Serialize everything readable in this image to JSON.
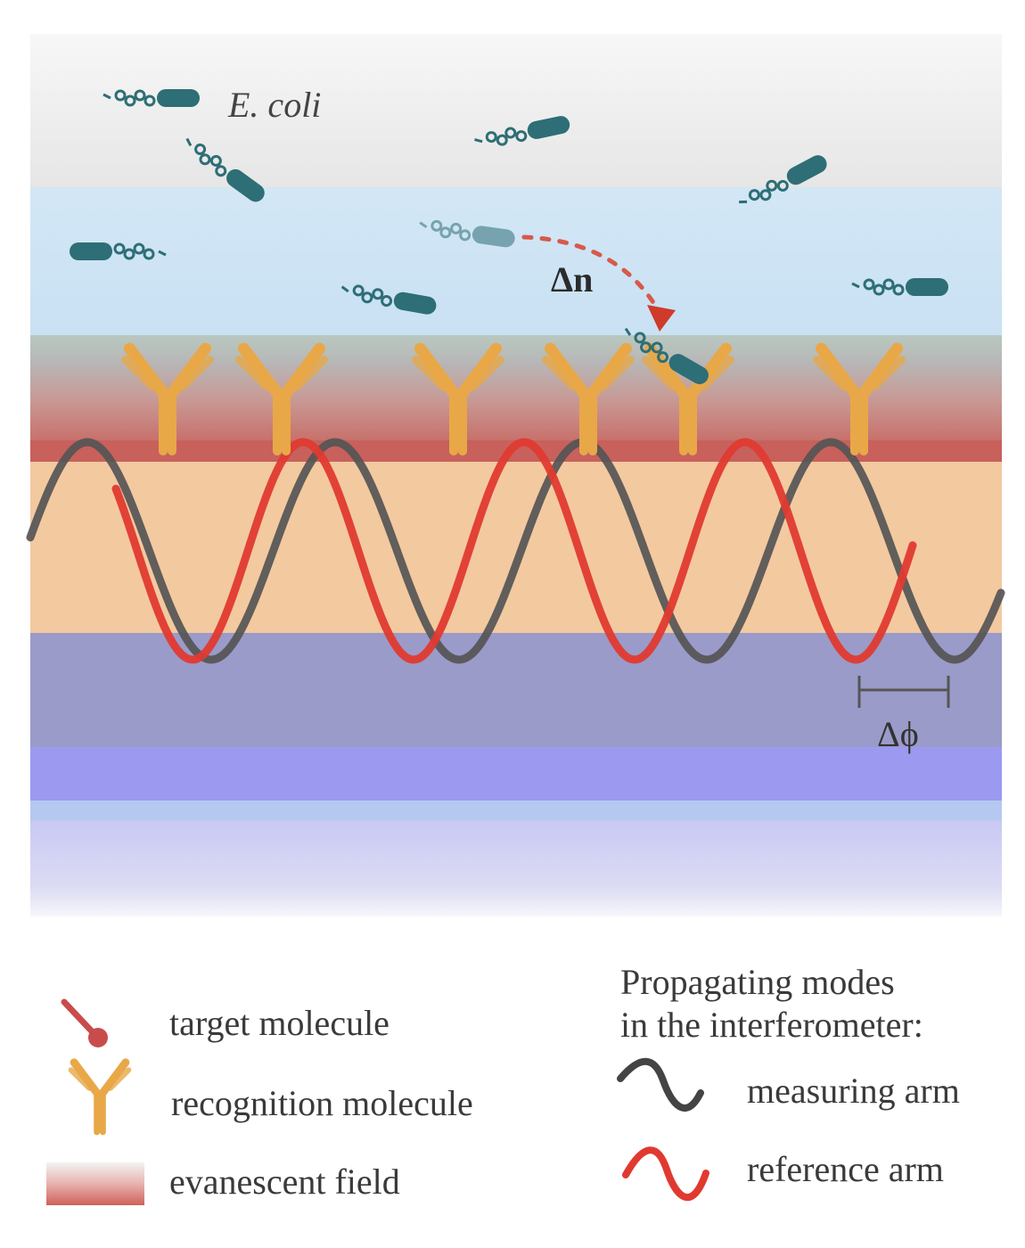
{
  "labels": {
    "organism": "E. coli",
    "refractive_change": "Δn",
    "phase_shift": "Δϕ"
  },
  "legend": {
    "target": "target molecule",
    "recognition": "recognition molecule",
    "evanescent": "evanescent field",
    "modes_title_line1": "Propagating modes",
    "modes_title_line2": "in the interferometer:",
    "measuring": "measuring arm",
    "reference": "reference arm"
  },
  "colors": {
    "measuring_arm": "#555555",
    "reference_arm": "#e03a30",
    "recognition_molecule": "#e8a848",
    "target_molecule": "#c94c4c",
    "bacteria": "#2e6e76"
  }
}
